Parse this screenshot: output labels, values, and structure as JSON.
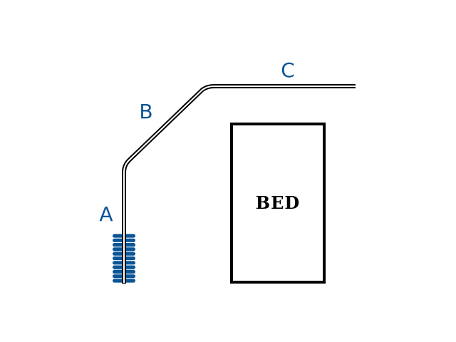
{
  "labels": {
    "a": "A",
    "b": "B",
    "c": "C",
    "bed": "BED"
  },
  "colors": {
    "label": "#0a5596",
    "brush": "#0a5596",
    "outline": "#000000",
    "background": "#ffffff"
  },
  "icons": {
    "brush": "coil-brush-icon"
  }
}
